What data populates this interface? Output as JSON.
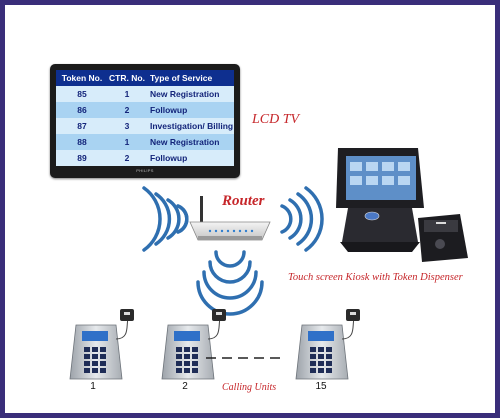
{
  "display": {
    "columns": [
      "Token No.",
      "CTR. No.",
      "Type of Service"
    ],
    "rows": [
      {
        "token": "85",
        "counter": "1",
        "service": "New Registration"
      },
      {
        "token": "86",
        "counter": "2",
        "service": "Followup"
      },
      {
        "token": "87",
        "counter": "3",
        "service": "Investigation/ Billing"
      },
      {
        "token": "88",
        "counter": "1",
        "service": "New Registration"
      },
      {
        "token": "89",
        "counter": "2",
        "service": "Followup"
      }
    ],
    "brand": "PHILIPS"
  },
  "labels": {
    "lcd": "LCD TV",
    "router": "Router",
    "kiosk": "Touch screen Kiosk with Token Dispenser",
    "calling_units": "Calling Units"
  },
  "calling_units": [
    {
      "number": "1"
    },
    {
      "number": "2"
    },
    {
      "number": "15"
    }
  ],
  "colors": {
    "frame": "#3a2e7a",
    "label_red": "#c6262a",
    "wifi_blue": "#2f6fb0",
    "table_header": "#0e2f8f"
  }
}
